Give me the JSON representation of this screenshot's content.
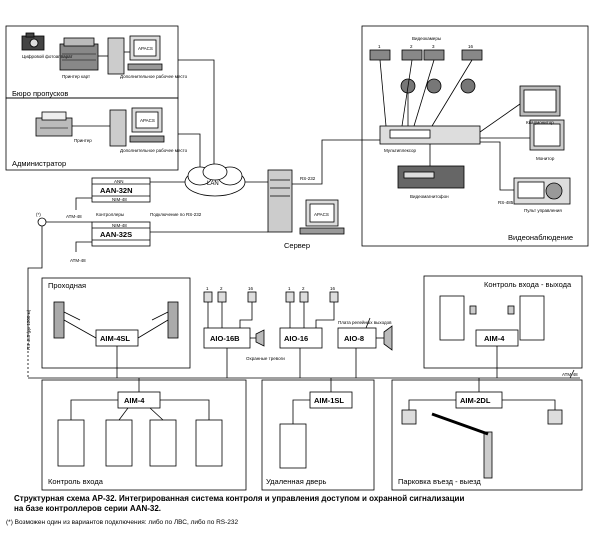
{
  "sections": {
    "badge_office": "Бюро пропусков",
    "administrator": "Администратор",
    "video": "Видеонаблюдение",
    "passage": "Проходная",
    "in_out_control": "Контроль входа - выхода",
    "entrance_control": "Контроль входа",
    "remote_door": "Удаленная дверь",
    "parking": "Парковка въезд - выезд"
  },
  "devices": {
    "camera_photo": "Цифровой фотоаппарат",
    "card_printer": "Принтер карт",
    "workstation": "Дополнительное рабочее место",
    "workstation2": "Дополнительное рабочее место",
    "printer": "Принтер",
    "apacs": "APACS",
    "lan": "LAN",
    "server": "Сервер",
    "rs232": "RS-232",
    "rs485": "RS-485",
    "controllers": "Контроллеры",
    "connect_rs232": "Подключение по RS-232",
    "aan32n": "AAN-32N",
    "aan32s": "AAN-32S",
    "ann": "ANN",
    "aan_sub1": "NIM-48",
    "aan_sub2": "NIM-48",
    "atm": "ATM-48",
    "atm_right": "ATM-48",
    "note_star": "(*)",
    "rs485_len": "RS-485 (до 1200 м)",
    "cameras_label": "Видеокамеры",
    "multiplexer": "Мультиплексор",
    "video_recorder": "Видеомагнитофон",
    "quad_monitor": "Квадмонитор",
    "monitor": "Монитор",
    "control_panel": "Пульт управления",
    "cam_nums": [
      "1",
      "2",
      "3",
      "16"
    ],
    "aim4sl": "AIM-4SL",
    "aim4_right": "AIM-4",
    "aio16b": "AIO-16B",
    "aio16": "AIO-16",
    "aio8": "AIO-8",
    "relay_board": "Плата релейных выходов",
    "siren_label": "Охранные тревоги",
    "aim4_bottom": "AIM-4",
    "aim1sl": "AIM-1SL",
    "aim2dl": "AIM-2DL",
    "zone_nums": [
      "1",
      "2",
      "16",
      "1",
      "2",
      "16"
    ]
  },
  "caption": {
    "line1": "Структурная схема АР-32. Интегрированная система контроля и управления доступом и охранной сигнализации",
    "line2": "на базе контроллеров серии AAN-32."
  },
  "footnote": "(*) Возможен один из вариантов подключения: либо по ЛВС, либо по RS-232"
}
